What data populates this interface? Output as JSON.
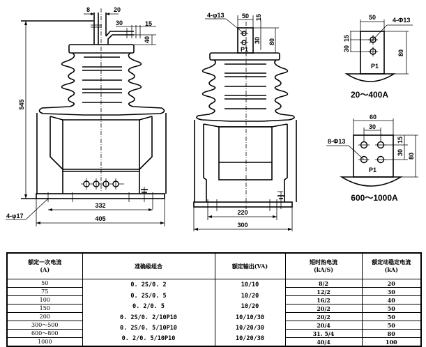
{
  "front_view": {
    "dims": {
      "height_total": "545",
      "terminal_gap_left": "8",
      "terminal_width": "20",
      "terminal_length": "30",
      "terminal_end": "15",
      "terminal_height": "40",
      "mount_hole_spacing": "332",
      "base_length": "405",
      "mount_holes": "4-φ17"
    }
  },
  "side_view": {
    "dims": {
      "terminal_holes": "4-φ13",
      "terminal_width": "50",
      "terminal_top": "15",
      "hole_spacing": "30",
      "terminal_height": "80",
      "terminal_label": "P1",
      "mount_hole_spacing": "220",
      "base_width": "300"
    }
  },
  "detail_small": {
    "width": "50",
    "holes": "4-Φ13",
    "offset_top": "15",
    "hole_spacing": "30",
    "height": "80",
    "label": "P1",
    "caption": "20～400A"
  },
  "detail_large": {
    "width": "60",
    "inner_spacing": "30",
    "holes": "8-Φ13",
    "offset_top": "15",
    "hole_spacing": "30",
    "height": "80",
    "label": "P1",
    "caption": "600～1000A"
  },
  "table": {
    "headers": [
      {
        "line1": "额定一次电流",
        "line2": "(A)"
      },
      {
        "line1": "准确级组合",
        "line2": ""
      },
      {
        "line1": "额定输出(VA)",
        "line2": ""
      },
      {
        "line1": "短时热电流",
        "line2": "(kA/S)"
      },
      {
        "line1": "额定动稳定电流",
        "line2": "(kA)"
      }
    ],
    "primary_current": [
      "50",
      "75",
      "100",
      "150",
      "200",
      "300～500",
      "600～800",
      "1000"
    ],
    "accuracy_class": [
      "0. 2S/0. 2",
      "0. 2S/0. 5",
      "0. 2/0. 5",
      "0. 2S/0. 2/10P10",
      "0. 2S/0. 5/10P10",
      "0. 2/0. 5/10P10"
    ],
    "rated_output": [
      "10/10",
      "10/20",
      "10/20",
      "10/10/30",
      "10/20/30",
      "10/20/30"
    ],
    "short_time_thermal": [
      "8/2",
      "12/2",
      "16/2",
      "20/2",
      "20/2",
      "20/4",
      "31. 5/4",
      "40/4"
    ],
    "dynamic_stable": [
      "20",
      "30",
      "40",
      "50",
      "50",
      "50",
      "80",
      "100"
    ]
  }
}
